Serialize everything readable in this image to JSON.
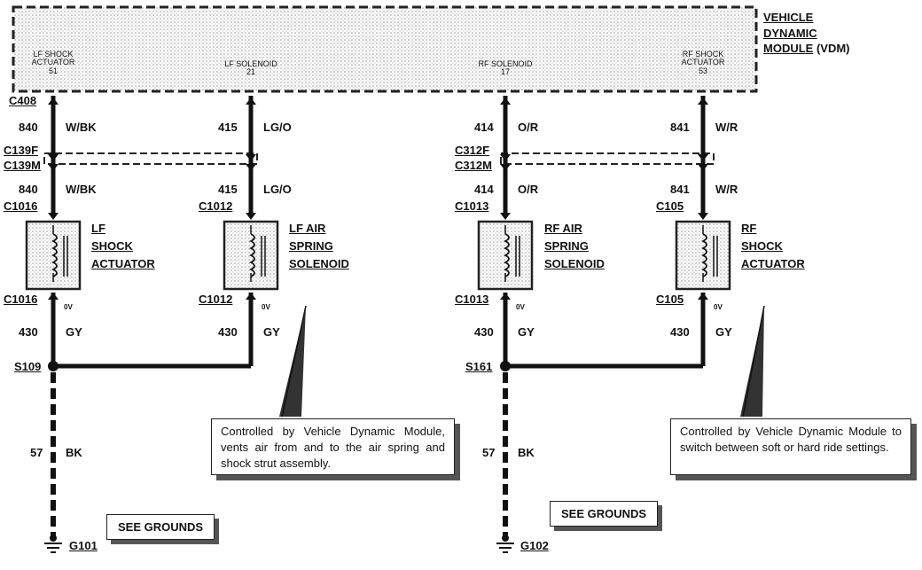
{
  "module": {
    "title_lines": [
      "VEHICLE",
      "DYNAMIC",
      "MODULE"
    ],
    "title_suffix": "(VDM)",
    "pins": [
      {
        "name_lines": [
          "LF SHOCK",
          "ACTUATOR"
        ],
        "pin": "51"
      },
      {
        "name_lines": [
          "LF SOLENOID"
        ],
        "pin": "21"
      },
      {
        "name_lines": [
          "RF SOLENOID"
        ],
        "pin": "17"
      },
      {
        "name_lines": [
          "RF SHOCK",
          "ACTUATOR"
        ],
        "pin": "53"
      }
    ]
  },
  "connectors": {
    "c408": "C408",
    "c139f": "C139F",
    "c139m": "C139M",
    "c312f": "C312F",
    "c312m": "C312M",
    "c1016": "C1016",
    "c1012": "C1012",
    "c1013": "C1013",
    "c105": "C105"
  },
  "wires": {
    "w840": {
      "circuit": "840",
      "color": "W/BK"
    },
    "w415": {
      "circuit": "415",
      "color": "LG/O"
    },
    "w414": {
      "circuit": "414",
      "color": "O/R"
    },
    "w841": {
      "circuit": "841",
      "color": "W/R"
    },
    "w430": {
      "circuit": "430",
      "color": "GY"
    },
    "w57": {
      "circuit": "57",
      "color": "BK"
    }
  },
  "components": {
    "lf_shock": [
      "LF",
      "SHOCK",
      "ACTUATOR"
    ],
    "lf_air": [
      "LF AIR",
      "SPRING",
      "SOLENOID"
    ],
    "rf_air": [
      "RF AIR",
      "SPRING",
      "SOLENOID"
    ],
    "rf_shock": [
      "RF",
      "SHOCK",
      "ACTUATOR"
    ]
  },
  "voltage": "0V",
  "splices": {
    "s109": "S109",
    "s161": "S161"
  },
  "grounds": {
    "g101": "G101",
    "g102": "G102",
    "see_grounds": "SEE GROUNDS"
  },
  "notes": {
    "left": "Controlled by Vehicle Dynamic Module, vents air from and to the air spring and shock strut assembly.",
    "right": "Controlled by Vehicle Dynamic Module to switch between soft or hard ride settings."
  }
}
